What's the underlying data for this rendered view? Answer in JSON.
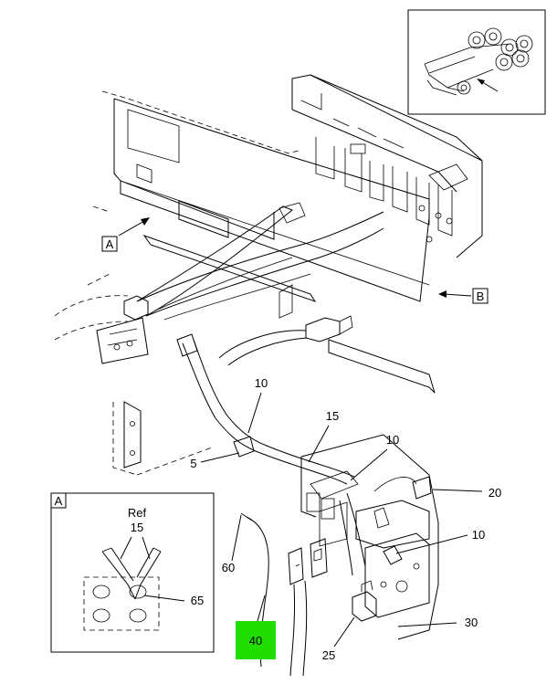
{
  "callouts": {
    "c10_top": "10",
    "c15": "15",
    "c10_mid": "10",
    "c5": "5",
    "c20": "20",
    "c10_right": "10",
    "c60": "60",
    "c40": "40",
    "c30": "30",
    "c25": "25"
  },
  "view_labels": {
    "a": "A",
    "b": "B"
  },
  "detail_a": {
    "label": "A",
    "ref": "Ref",
    "ref_num": "15",
    "part": "65"
  },
  "colors": {
    "highlight": "#22dd00"
  }
}
